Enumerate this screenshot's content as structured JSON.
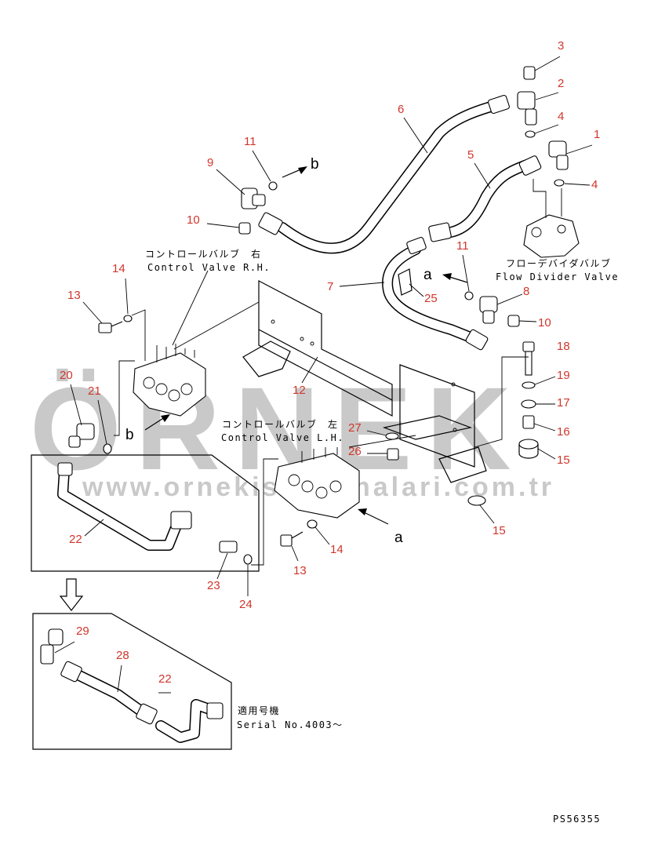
{
  "watermark": {
    "logo_text": "ÖRNEK",
    "url": "www.ornekismakinalari.com.tr"
  },
  "labels": {
    "control_valve_rh_jp": "コントロールバルブ　右",
    "control_valve_rh_en": "Control Valve R.H.",
    "control_valve_lh_jp": "コントロールバルブ　左",
    "control_valve_lh_en": "Control Valve L.H.",
    "flow_divider_jp": "フローデバイダバルブ",
    "flow_divider_en": "Flow Divider Valve",
    "serial_jp": "適用号機",
    "serial_en": "Serial No.4003～",
    "drawing_code": "PS56355"
  },
  "view_markers": {
    "a1": "a",
    "a2": "a",
    "b1": "b",
    "b2": "b"
  },
  "callouts": {
    "n1": "1",
    "n2": "2",
    "n3": "3",
    "n4a": "4",
    "n4b": "4",
    "n5": "5",
    "n6": "6",
    "n7": "7",
    "n8": "8",
    "n9": "9",
    "n10a": "10",
    "n10b": "10",
    "n11a": "11",
    "n11b": "11",
    "n12": "12",
    "n13a": "13",
    "n13b": "13",
    "n14a": "14",
    "n14b": "14",
    "n15a": "15",
    "n15b": "15",
    "n16": "16",
    "n17": "17",
    "n18": "18",
    "n19": "19",
    "n20": "20",
    "n21": "21",
    "n22a": "22",
    "n22b": "22",
    "n23": "23",
    "n24": "24",
    "n25": "25",
    "n26": "26",
    "n27": "27",
    "n28": "28",
    "n29": "29"
  }
}
